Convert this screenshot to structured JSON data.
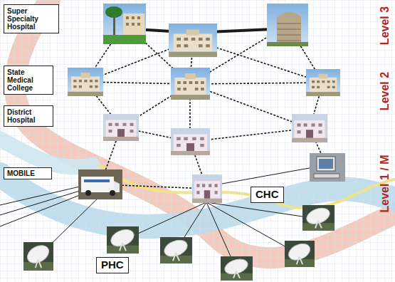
{
  "diagram": {
    "nodes": [
      {
        "text": [
          "Super Specialty Hospital"
        ]
      },
      {
        "text": [
          "State Medical College"
        ]
      },
      {
        "text": [
          "District Hospital"
        ]
      },
      {
        "text": [
          "MOBILE"
        ]
      },
      {
        "text": [
          "CHC"
        ]
      },
      {
        "text": [
          "PHC"
        ]
      }
    ],
    "labels": [
      "Level 3",
      "Level 2",
      "Level 1 / M"
    ]
  }
}
